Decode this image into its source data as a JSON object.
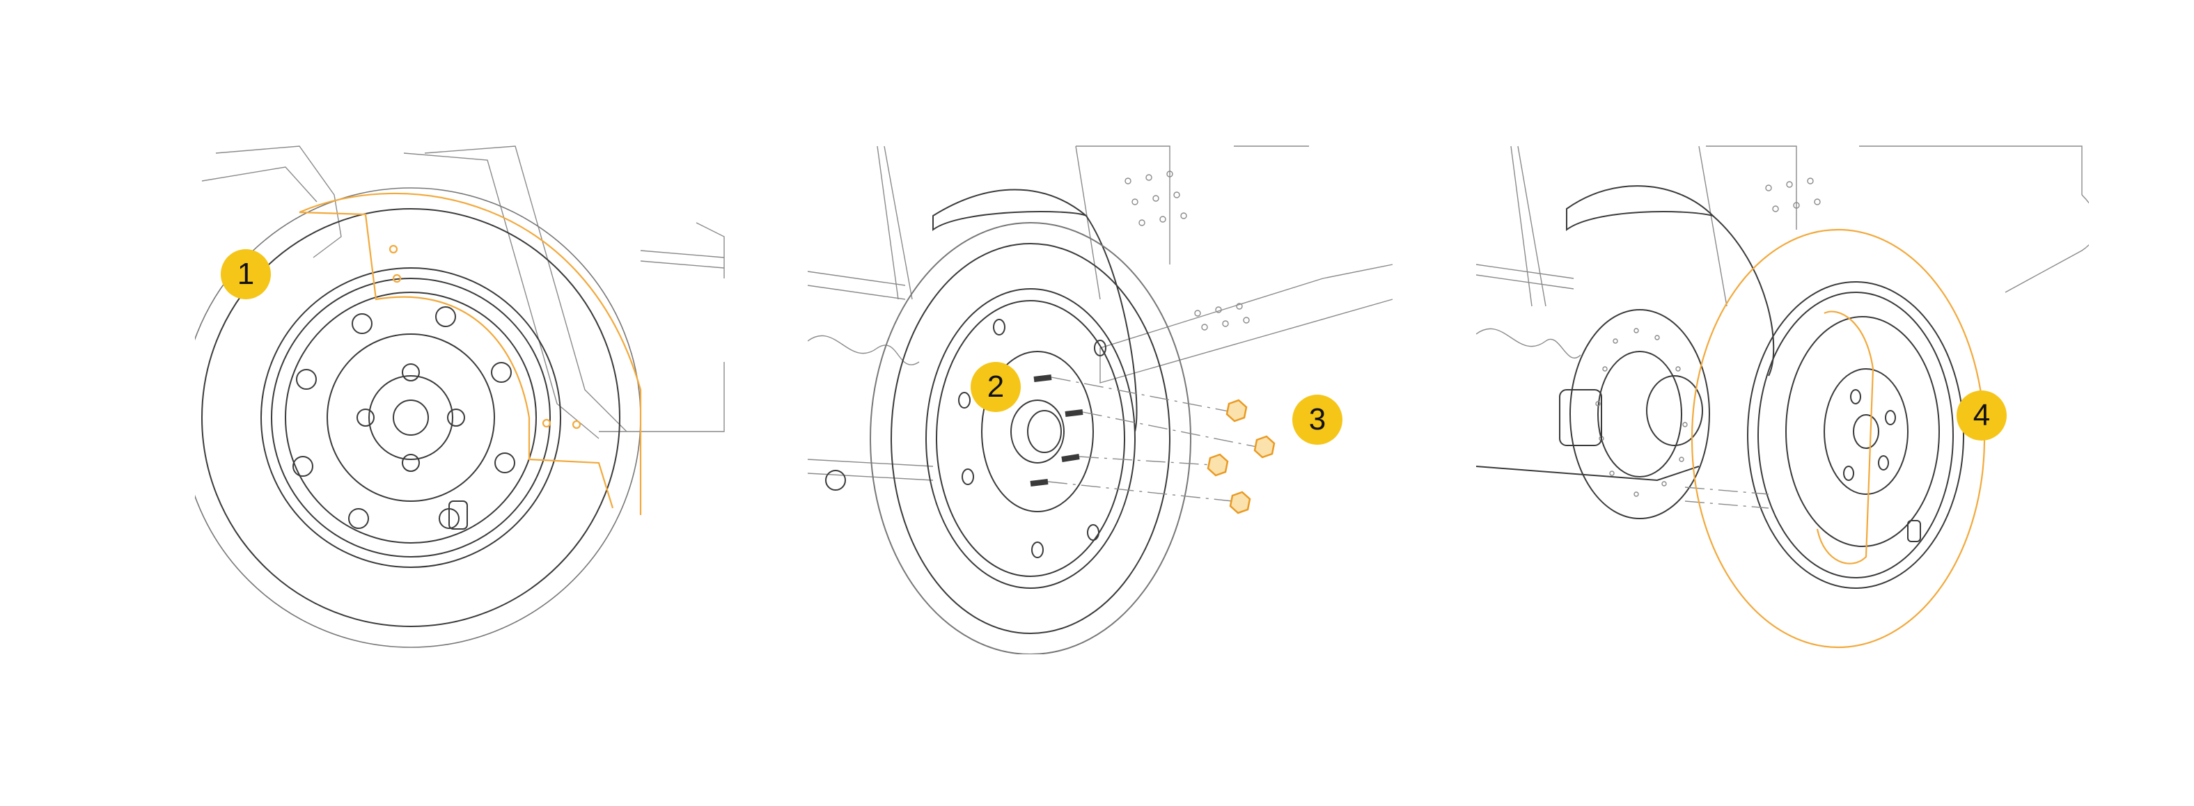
{
  "colors": {
    "callout_fill": "#f5c518",
    "highlight": "#f2a93b",
    "line": "#3a3a3a",
    "background": "#ffffff"
  },
  "steps": [
    {
      "number": "1",
      "icon": "wheel-cover-icon"
    },
    {
      "number": "2",
      "icon": "wheel-hub-studs-icon"
    },
    {
      "number": "3",
      "icon": "lug-nut-icon"
    },
    {
      "number": "4",
      "icon": "wheel-icon"
    }
  ]
}
